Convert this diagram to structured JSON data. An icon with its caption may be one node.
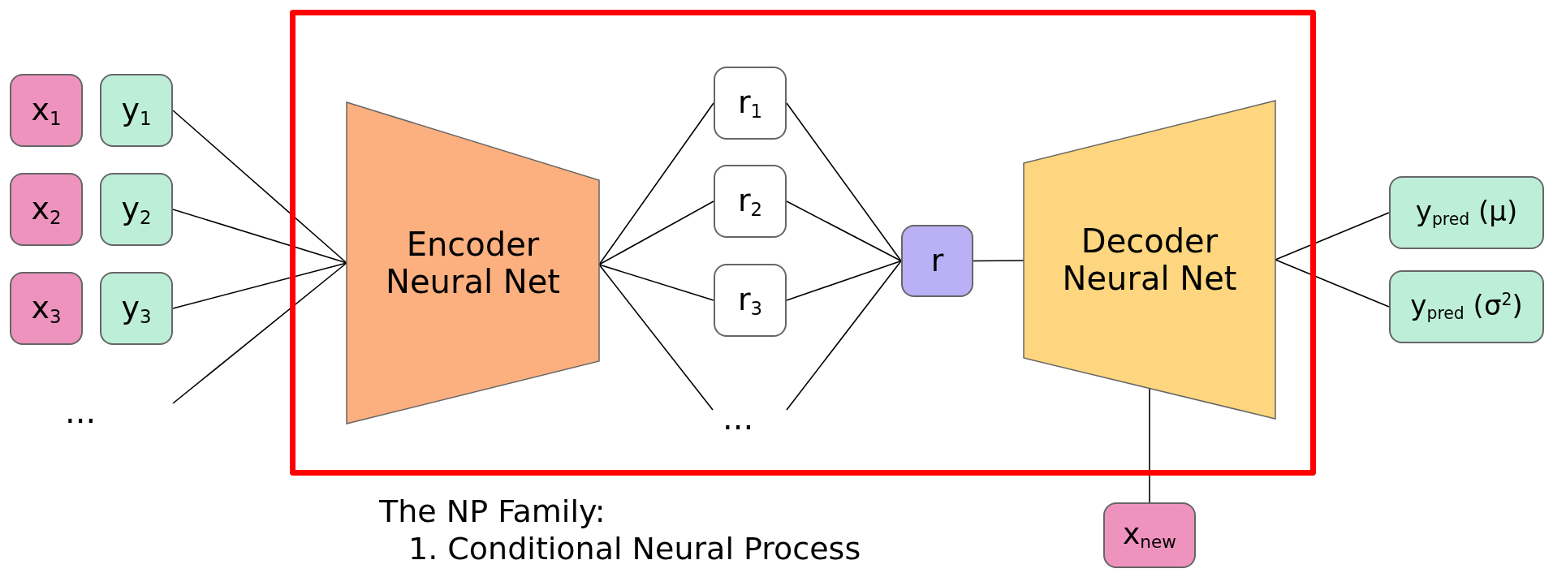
{
  "diagram": {
    "nodes": [
      {
        "text": [],
        "shape": "box"
      },
      {
        "text": [
          "x$_{1}$"
        ]
      },
      {
        "text": [
          "y$_{1}$"
        ]
      },
      {
        "text": [
          "x$_{2}$"
        ]
      },
      {
        "text": [
          "y$_{2}$"
        ]
      },
      {
        "text": [
          "x$_{3}$"
        ]
      },
      {
        "text": [
          "y$_{3}$"
        ]
      },
      {
        "text": [
          "Encoder Neural Net"
        ],
        "in": 0
      },
      {
        "text": [
          "r$_{1}$"
        ],
        "in": 0
      },
      {
        "text": [
          "r$_{2}$"
        ],
        "in": 0
      },
      {
        "text": [
          "r$_{3}$"
        ],
        "in": 0
      },
      {
        "text": [
          "r"
        ],
        "in": 0
      },
      {
        "text": [
          "Decoder Neural Net"
        ],
        "in": 0
      },
      {
        "text": [
          "y$_{pred}$ (μ)"
        ]
      },
      {
        "text": [
          "y$_{pred}$ (σ$^{2}$)"
        ]
      },
      {
        "text": [
          "x$_{new}$"
        ]
      }
    ],
    "edges": [
      {
        "from": 2,
        "to": 7,
        "arrow": "none"
      },
      {
        "from": 4,
        "to": 7,
        "arrow": "none"
      },
      {
        "from": 6,
        "to": 7,
        "arrow": "none"
      },
      {
        "from": null,
        "to": 7,
        "arrow": "none"
      },
      {
        "from": 7,
        "to": 8,
        "arrow": "none"
      },
      {
        "from": 7,
        "to": 9,
        "arrow": "none"
      },
      {
        "from": 7,
        "to": 10,
        "arrow": "none"
      },
      {
        "from": 7,
        "to": null,
        "arrow": "none"
      },
      {
        "from": 8,
        "to": 11,
        "arrow": "none"
      },
      {
        "from": 9,
        "to": 11,
        "arrow": "none"
      },
      {
        "from": 10,
        "to": 11,
        "arrow": "none"
      },
      {
        "from": null,
        "to": 11,
        "arrow": "none"
      },
      {
        "from": 11,
        "to": 12,
        "arrow": "none"
      },
      {
        "from": 12,
        "to": 13,
        "arrow": "none"
      },
      {
        "from": 12,
        "to": 14,
        "arrow": "none"
      },
      {
        "from": 15,
        "to": 12,
        "arrow": "none"
      }
    ],
    "labels": [
      "...",
      "...",
      "The NP Family:",
      "1. Conditional Neural Process"
    ]
  }
}
